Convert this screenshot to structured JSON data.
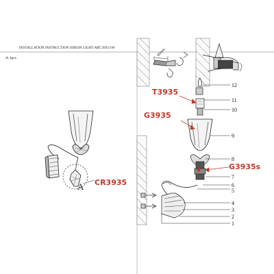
{
  "header": {
    "title": "INSTALLATION INSTRUCTION ODEON LIGHT ART.3935/1W",
    "quantity": "A-1pcs"
  },
  "left_view": {
    "callout_letter": "A",
    "part_code": "CR3935"
  },
  "right_view": {
    "dimension": "60mm",
    "part_codes": {
      "top": "T3935",
      "glass": "G3935",
      "crystal": "G3935s"
    },
    "part_numbers": [
      "12",
      "11",
      "10",
      "9",
      "8",
      "7",
      "6",
      "5",
      "4",
      "3",
      "2",
      "1"
    ]
  },
  "colors": {
    "code_red": "#c0392b",
    "line": "#222222",
    "wall_gray": "#777777"
  }
}
